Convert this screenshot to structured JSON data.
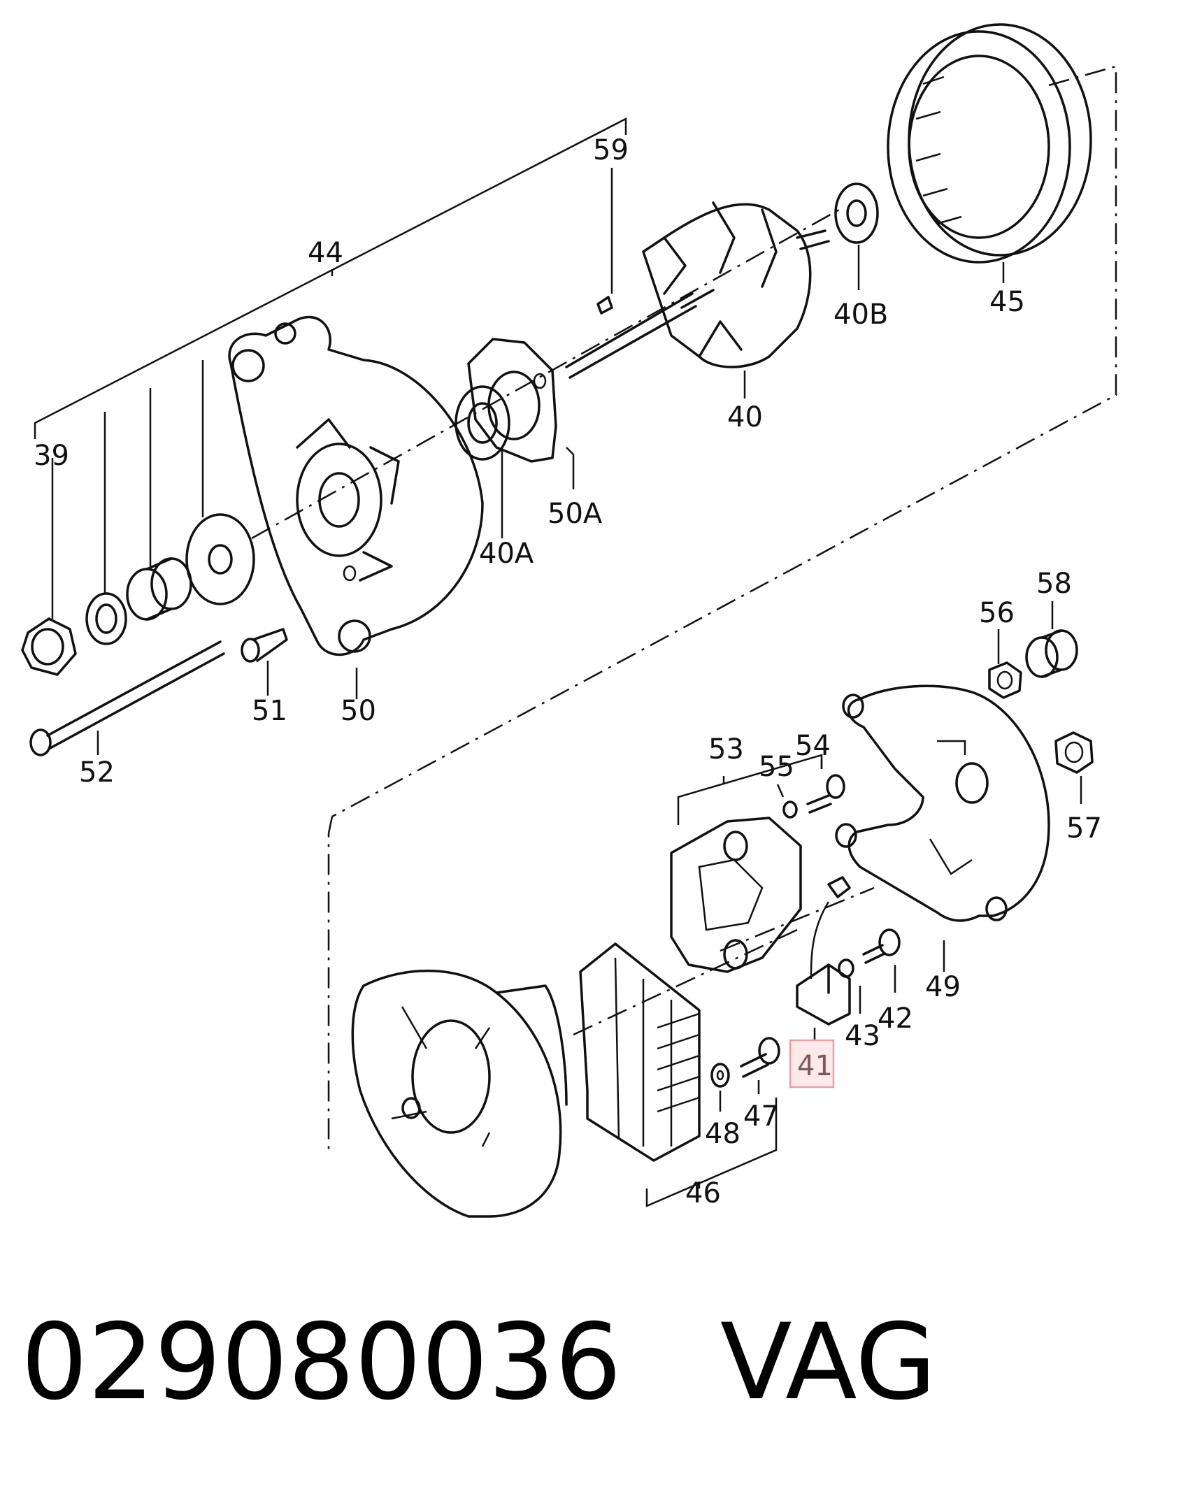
{
  "diagram": {
    "part_numbers": {
      "p39": "39",
      "p40": "40",
      "p40A": "40A",
      "p40B": "40B",
      "p41": "41",
      "p42": "42",
      "p43": "43",
      "p44": "44",
      "p45": "45",
      "p46": "46",
      "p47": "47",
      "p48": "48",
      "p49": "49",
      "p50": "50",
      "p50A": "50A",
      "p51": "51",
      "p52": "52",
      "p53": "53",
      "p54": "54",
      "p55": "55",
      "p56": "56",
      "p57": "57",
      "p58": "58",
      "p59": "59"
    },
    "highlighted_part": "41",
    "highlight_color": "#e8a0a8"
  },
  "footer": {
    "part_code": "029080036",
    "brand": "VAG"
  }
}
